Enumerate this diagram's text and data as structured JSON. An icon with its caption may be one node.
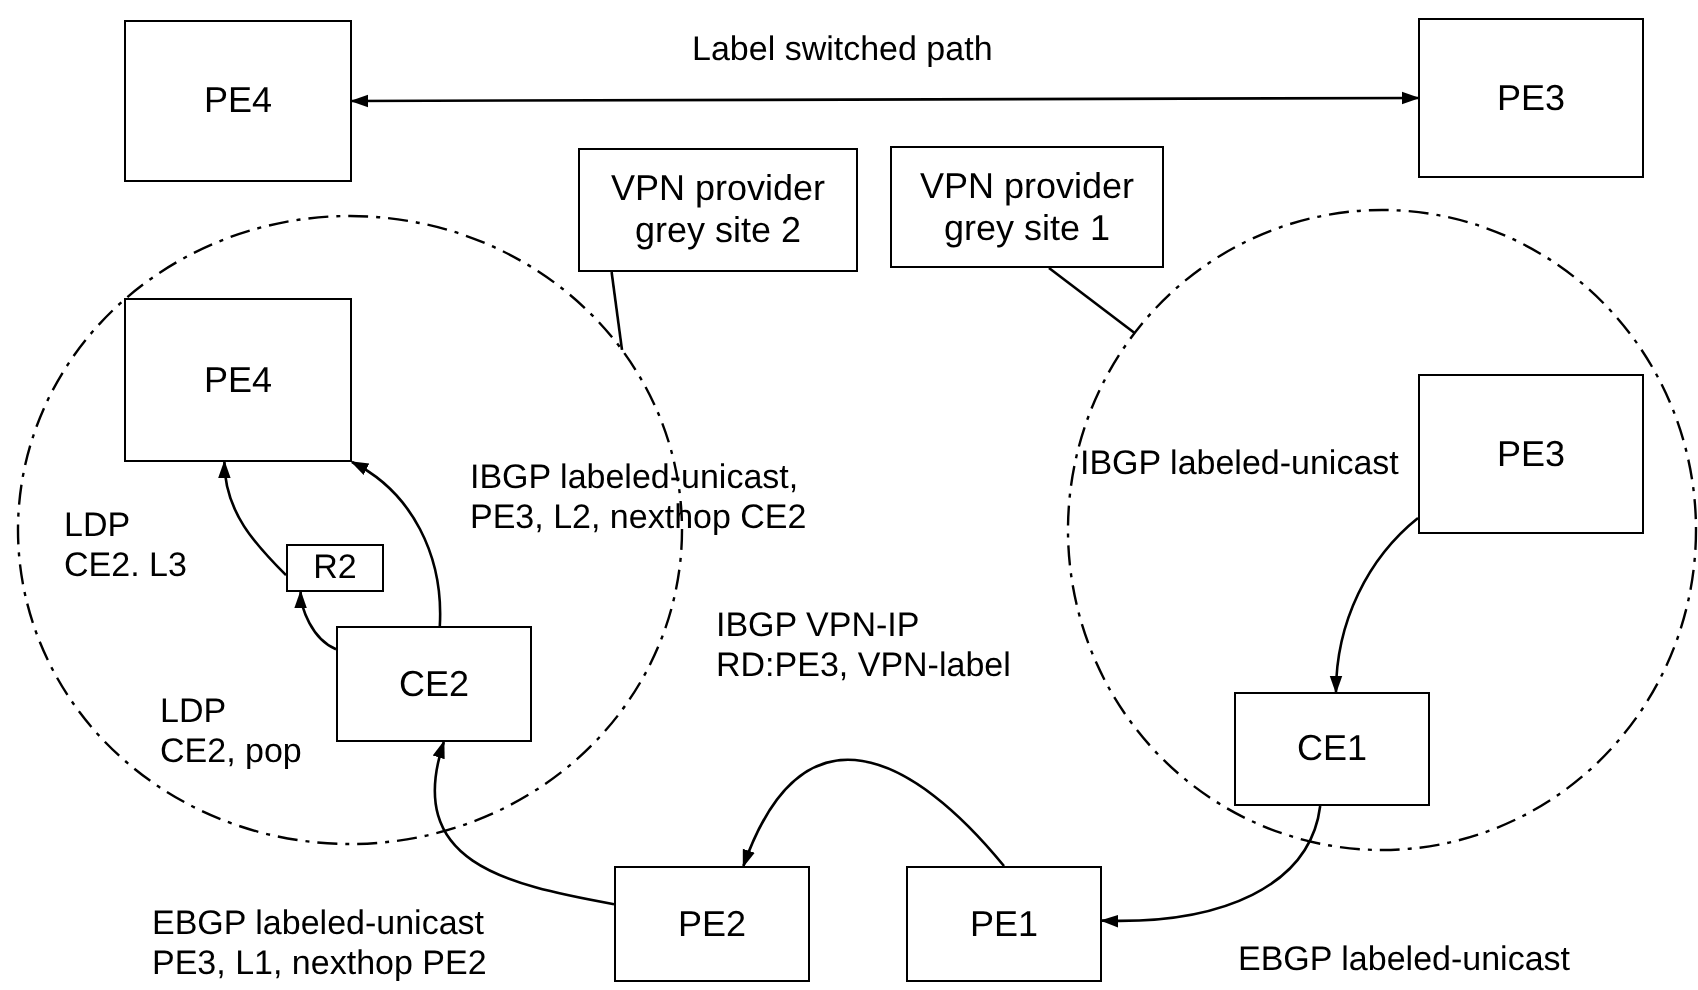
{
  "diagram": {
    "nodes": [
      {
        "text": [
          "PE4"
        ]
      },
      {
        "text": [
          "PE3"
        ]
      },
      {
        "text": [
          "VPN provider grey site 2"
        ]
      },
      {
        "text": [
          "VPN provider grey site 1"
        ]
      },
      {
        "text": [],
        "shape": "circle"
      },
      {
        "text": [
          "PE4"
        ],
        "in": 4
      },
      {
        "text": [
          "R2"
        ],
        "in": 4
      },
      {
        "text": [
          "CE2"
        ],
        "in": 4
      },
      {
        "text": [],
        "shape": "circle"
      },
      {
        "text": [
          "PE3"
        ],
        "in": 8
      },
      {
        "text": [
          "CE1"
        ],
        "in": 8
      },
      {
        "text": [
          "PE2"
        ]
      },
      {
        "text": [
          "PE1"
        ]
      }
    ],
    "edges": [
      {
        "from": 0,
        "to": 1,
        "arrow": "both",
        "label": "Label switched path"
      },
      {
        "from": 2,
        "to": 4,
        "arrow": "none"
      },
      {
        "from": 3,
        "to": 8,
        "arrow": "none"
      },
      {
        "from": 9,
        "to": 10,
        "arrow": "to",
        "label": "IBGP labeled-unicast"
      },
      {
        "from": 10,
        "to": 12,
        "arrow": "to",
        "label": "EBGP labeled-unicast"
      },
      {
        "from": 12,
        "to": 11,
        "arrow": "to",
        "label": "IBGP VPN-IP RD:PE3, VPN-label"
      },
      {
        "from": 11,
        "to": 7,
        "arrow": "to",
        "label": "EBGP labeled-unicast PE3, L1, nexthop PE2"
      },
      {
        "from": 7,
        "to": 5,
        "arrow": "to",
        "label": "IBGP labeled-unicast, PE3, L2, nexthop CE2"
      },
      {
        "from": 7,
        "to": 6,
        "arrow": "to",
        "label": "LDP CE2, pop"
      },
      {
        "from": 6,
        "to": 5,
        "arrow": "to",
        "label": "LDP CE2. L3"
      }
    ]
  }
}
